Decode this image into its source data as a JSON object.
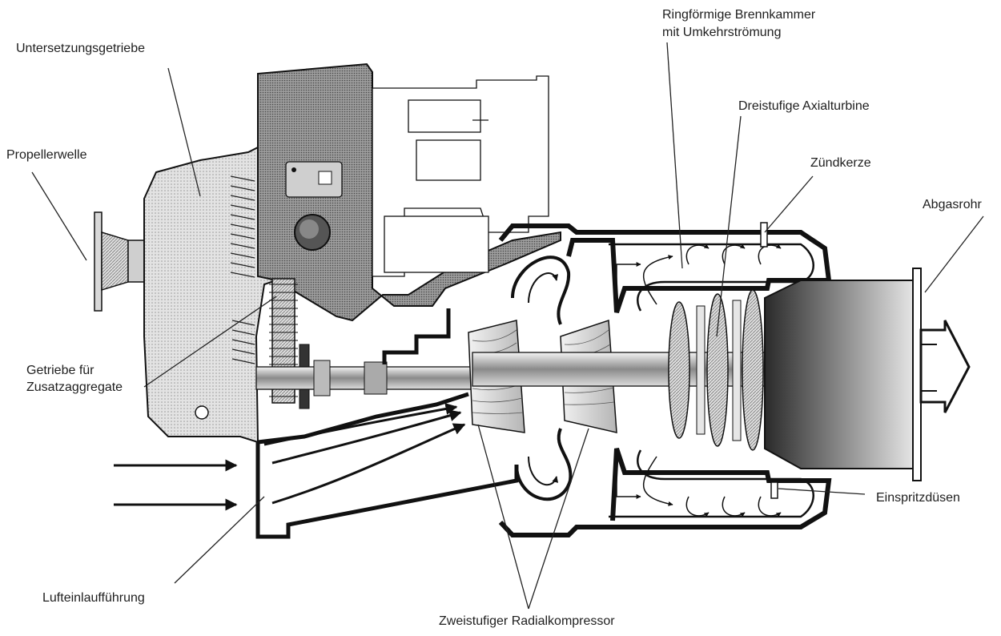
{
  "labels": {
    "untersetzungsgetriebe": "Untersetzungsgetriebe",
    "propellerwelle": "Propellerwelle",
    "getriebe_line1": "Getriebe für",
    "getriebe_line2": "Zusatzaggregate",
    "lufteinlauf": "Lufteinlaufführung",
    "radialkompressor": "Zweistufiger Radialkompressor",
    "brennkammer_line1": "Ringförmige Brennkammer",
    "brennkammer_line2": "mit Umkehrströmung",
    "axialturbine": "Dreistufige Axialturbine",
    "zuendkerze": "Zündkerze",
    "abgasrohr": "Abgasrohr",
    "einspritzduesen": "Einspritzdüsen"
  }
}
